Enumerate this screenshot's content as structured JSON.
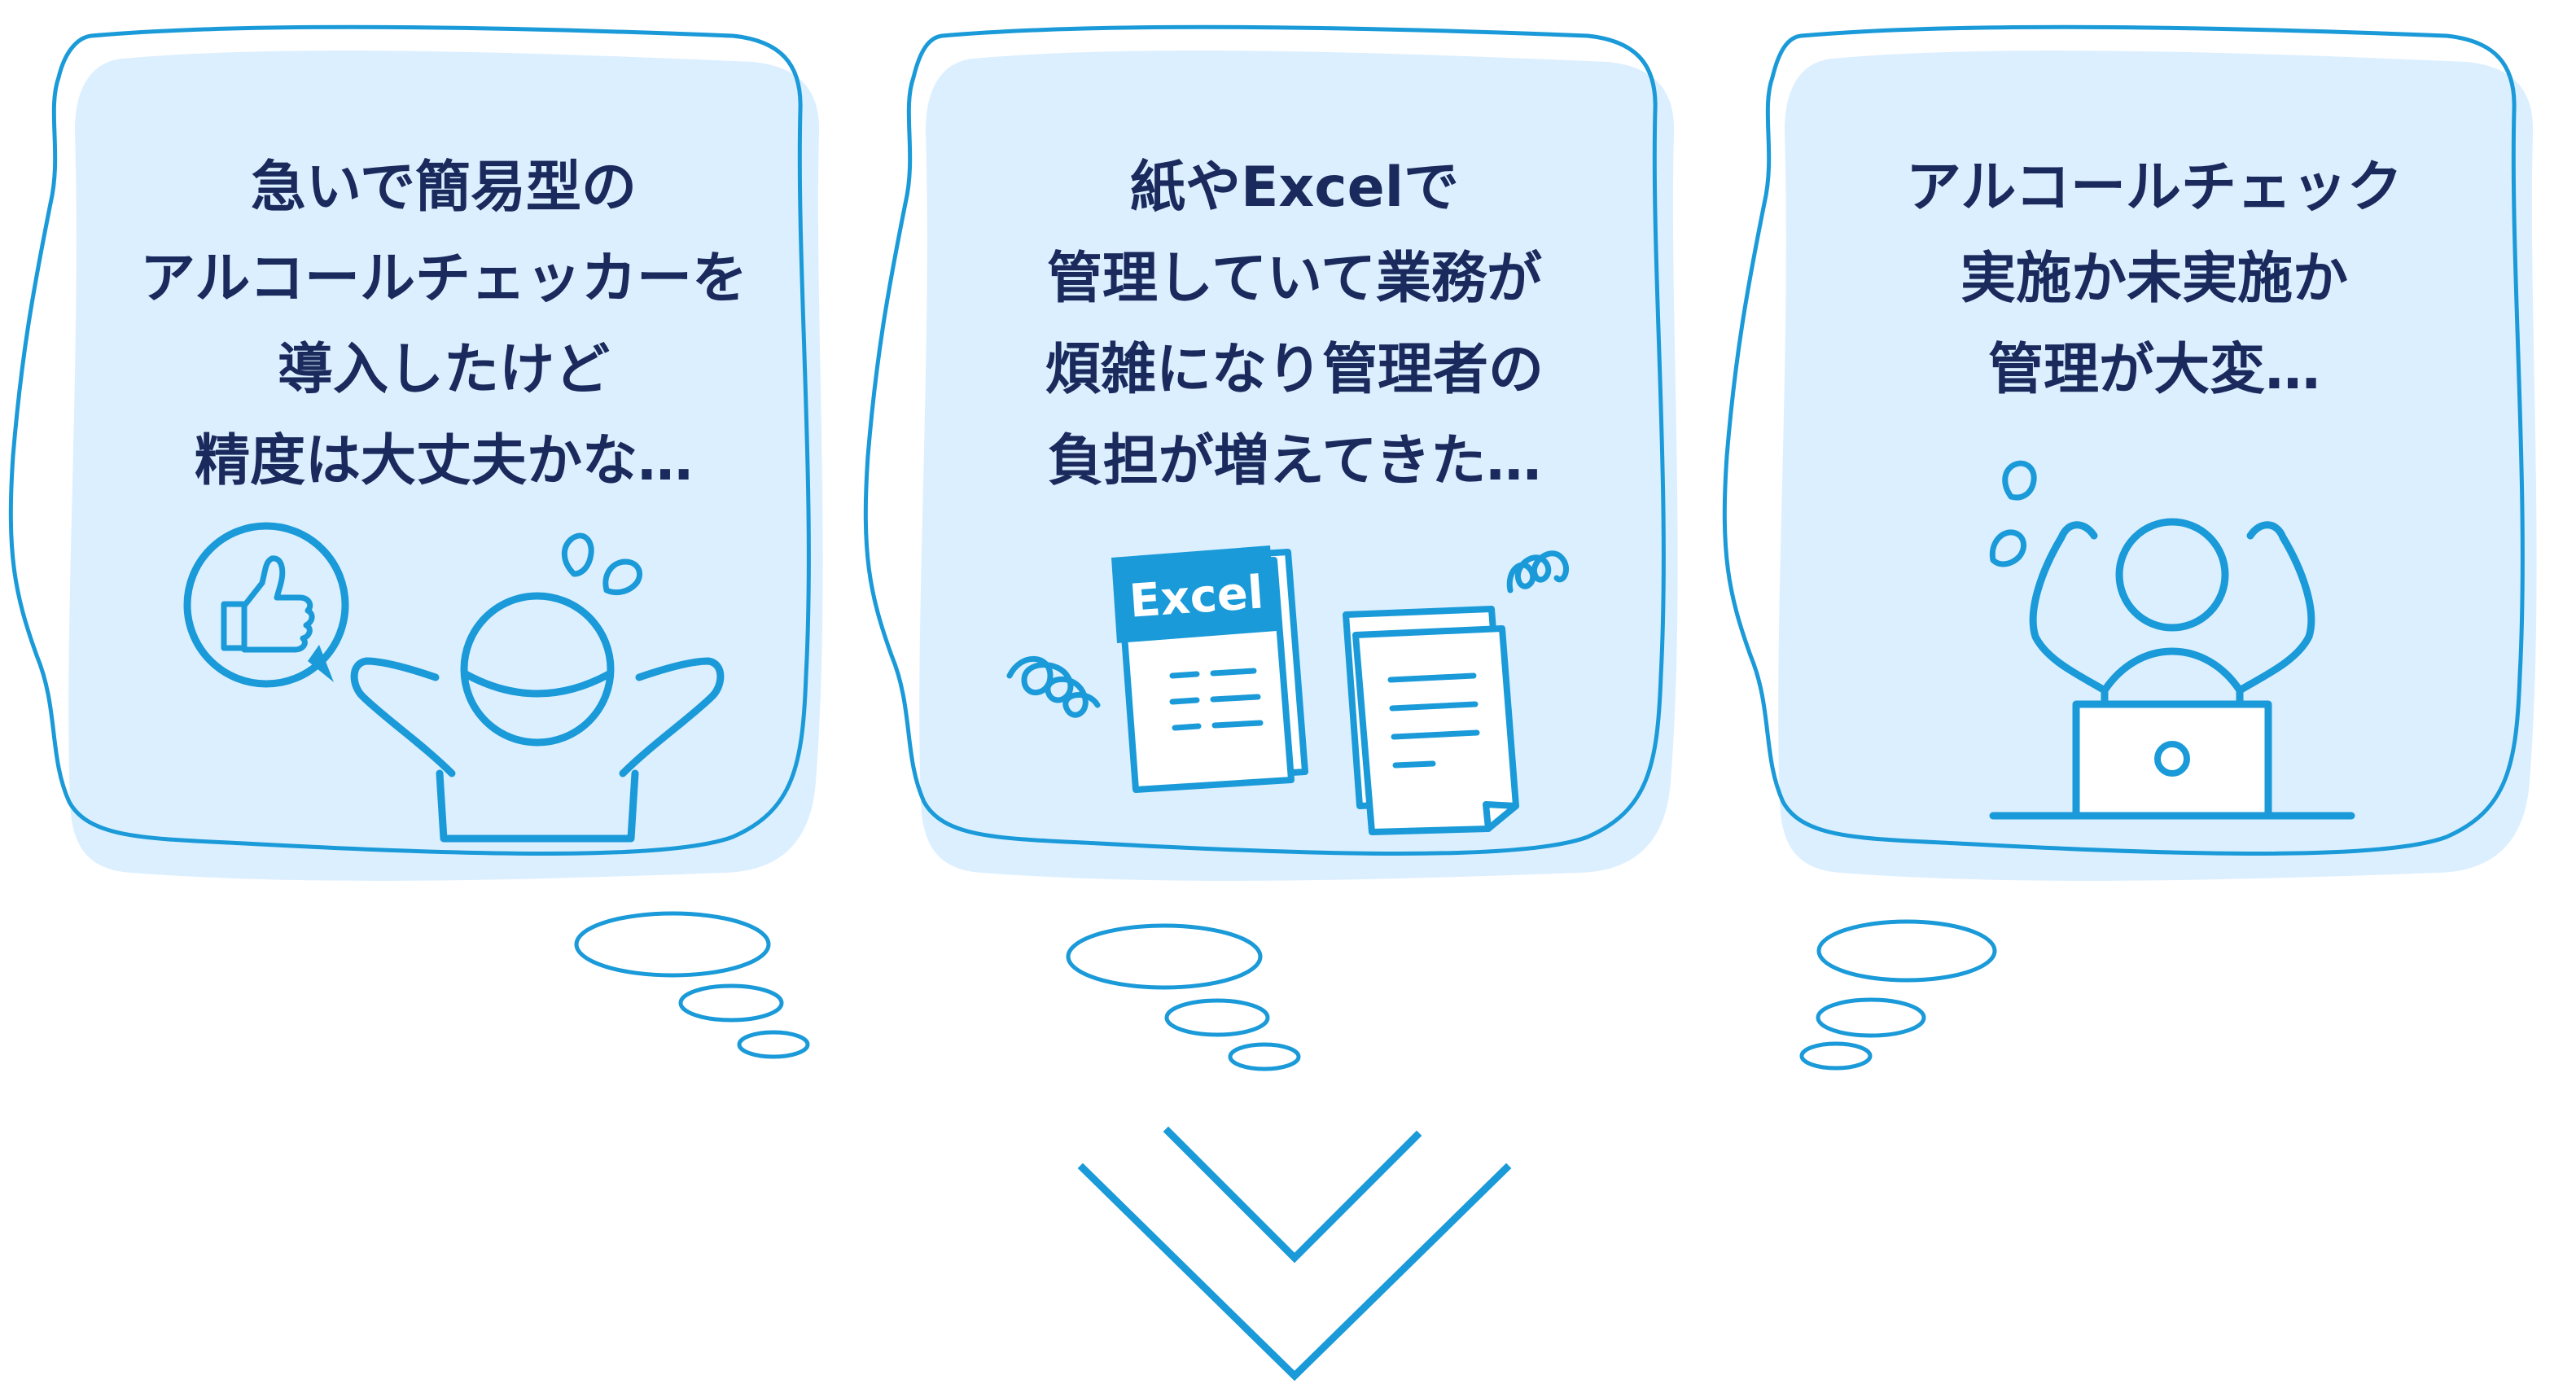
{
  "panels": [
    {
      "id": "accuracy-worry",
      "lines": [
        "急いで簡易型の",
        "アルコールチェッカーを",
        "導入したけど",
        "精度は大丈夫かな…"
      ],
      "illustration": "worried-person-with-thumbs-up-icon"
    },
    {
      "id": "excel-burden",
      "lines": [
        "紙やExcelで",
        "管理していて業務が",
        "煩雑になり管理者の",
        "負担が増えてきた…"
      ],
      "illustration": "excel-sheet-and-paper-documents-icon",
      "excel_label": "Excel"
    },
    {
      "id": "check-tracking",
      "lines": [
        "アルコールチェック",
        "実施か未実施か",
        "管理が大変…"
      ],
      "illustration": "stressed-person-at-laptop-icon"
    }
  ],
  "colors": {
    "bubble_fill": "#dcefff",
    "bubble_outline": "#1a9ad8",
    "icon_stroke": "#1a9ad8",
    "text": "#1a2a5c",
    "white": "#ffffff"
  },
  "bottom_indicator": "double-chevron-down-icon"
}
